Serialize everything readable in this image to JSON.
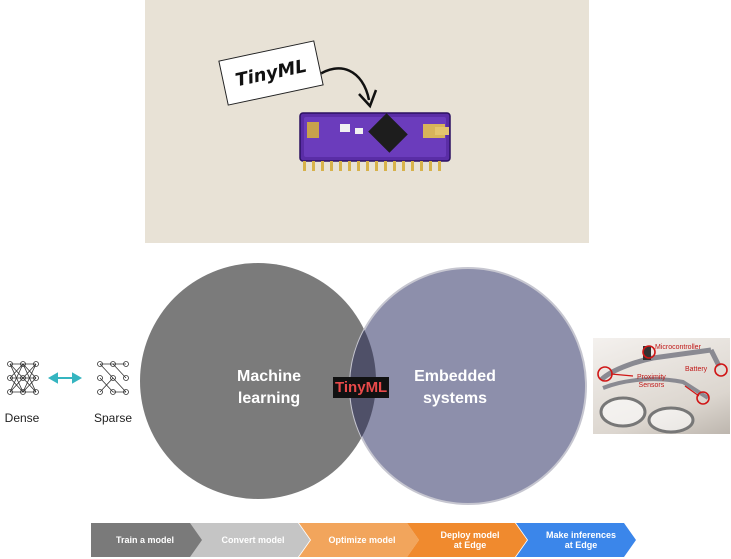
{
  "hero": {
    "tag_text": "TinyML"
  },
  "venn": {
    "left_label": "Machine learning",
    "right_label": "Embedded systems",
    "overlap_label": "TinyML",
    "colors": {
      "left": "#7b7b7b",
      "right": "#8d8fab",
      "overlap": "#4f5068",
      "tag_red": "#e84a4a"
    }
  },
  "networks": {
    "dense_label": "Dense",
    "sparse_label": "Sparse",
    "arrow_color": "#35b5c0"
  },
  "photo": {
    "labels": {
      "microcontroller": "Microcontroller",
      "battery": "Battery",
      "proximity": "Proximity\nSensors"
    }
  },
  "pipeline": {
    "steps": [
      {
        "label": "Train a model",
        "color": "#7a7a7a"
      },
      {
        "label": "Convert model",
        "color": "#c5c5c5"
      },
      {
        "label": "Optimize model",
        "color": "#f2a55c"
      },
      {
        "label": "Deploy model\nat Edge",
        "color": "#f08a2e"
      },
      {
        "label": "Make inferences\nat Edge",
        "color": "#3b86ea"
      }
    ]
  }
}
